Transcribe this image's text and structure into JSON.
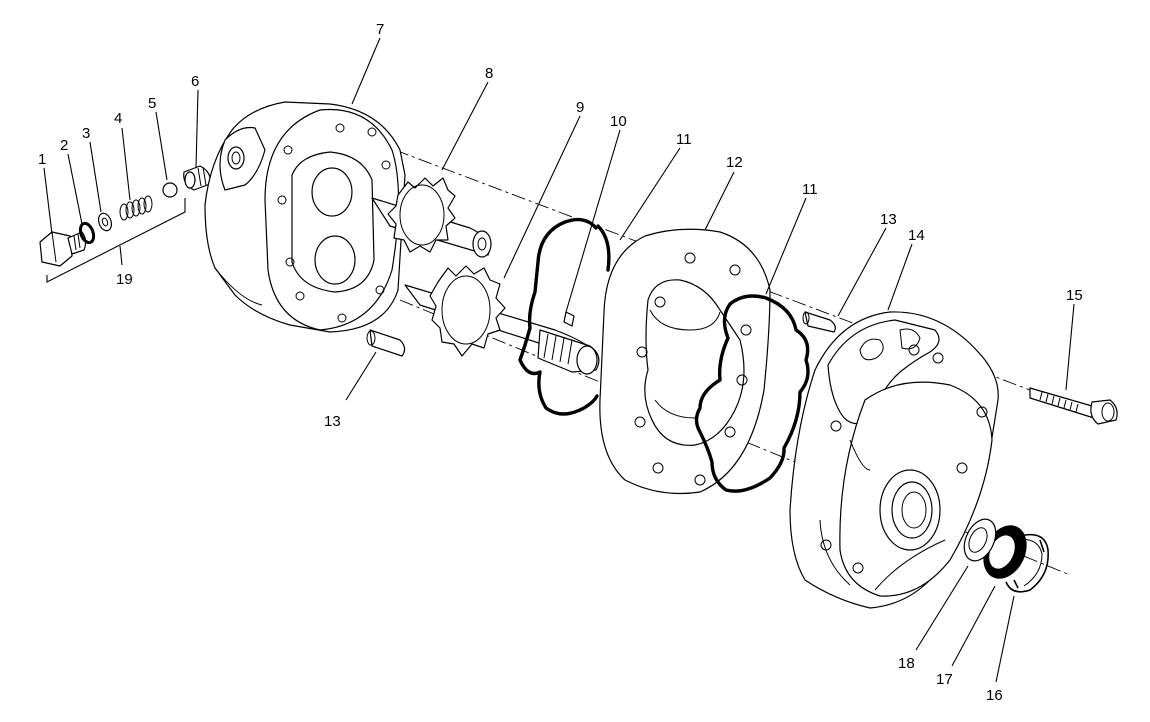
{
  "callouts": {
    "c1": "1",
    "c2": "2",
    "c3": "3",
    "c4": "4",
    "c5": "5",
    "c6": "6",
    "c7": "7",
    "c8": "8",
    "c9": "9",
    "c10": "10",
    "c11a": "11",
    "c11b": "11",
    "c12": "12",
    "c13a": "13",
    "c13b": "13",
    "c14": "14",
    "c15": "15",
    "c16": "16",
    "c17": "17",
    "c18": "18",
    "c19": "19"
  }
}
